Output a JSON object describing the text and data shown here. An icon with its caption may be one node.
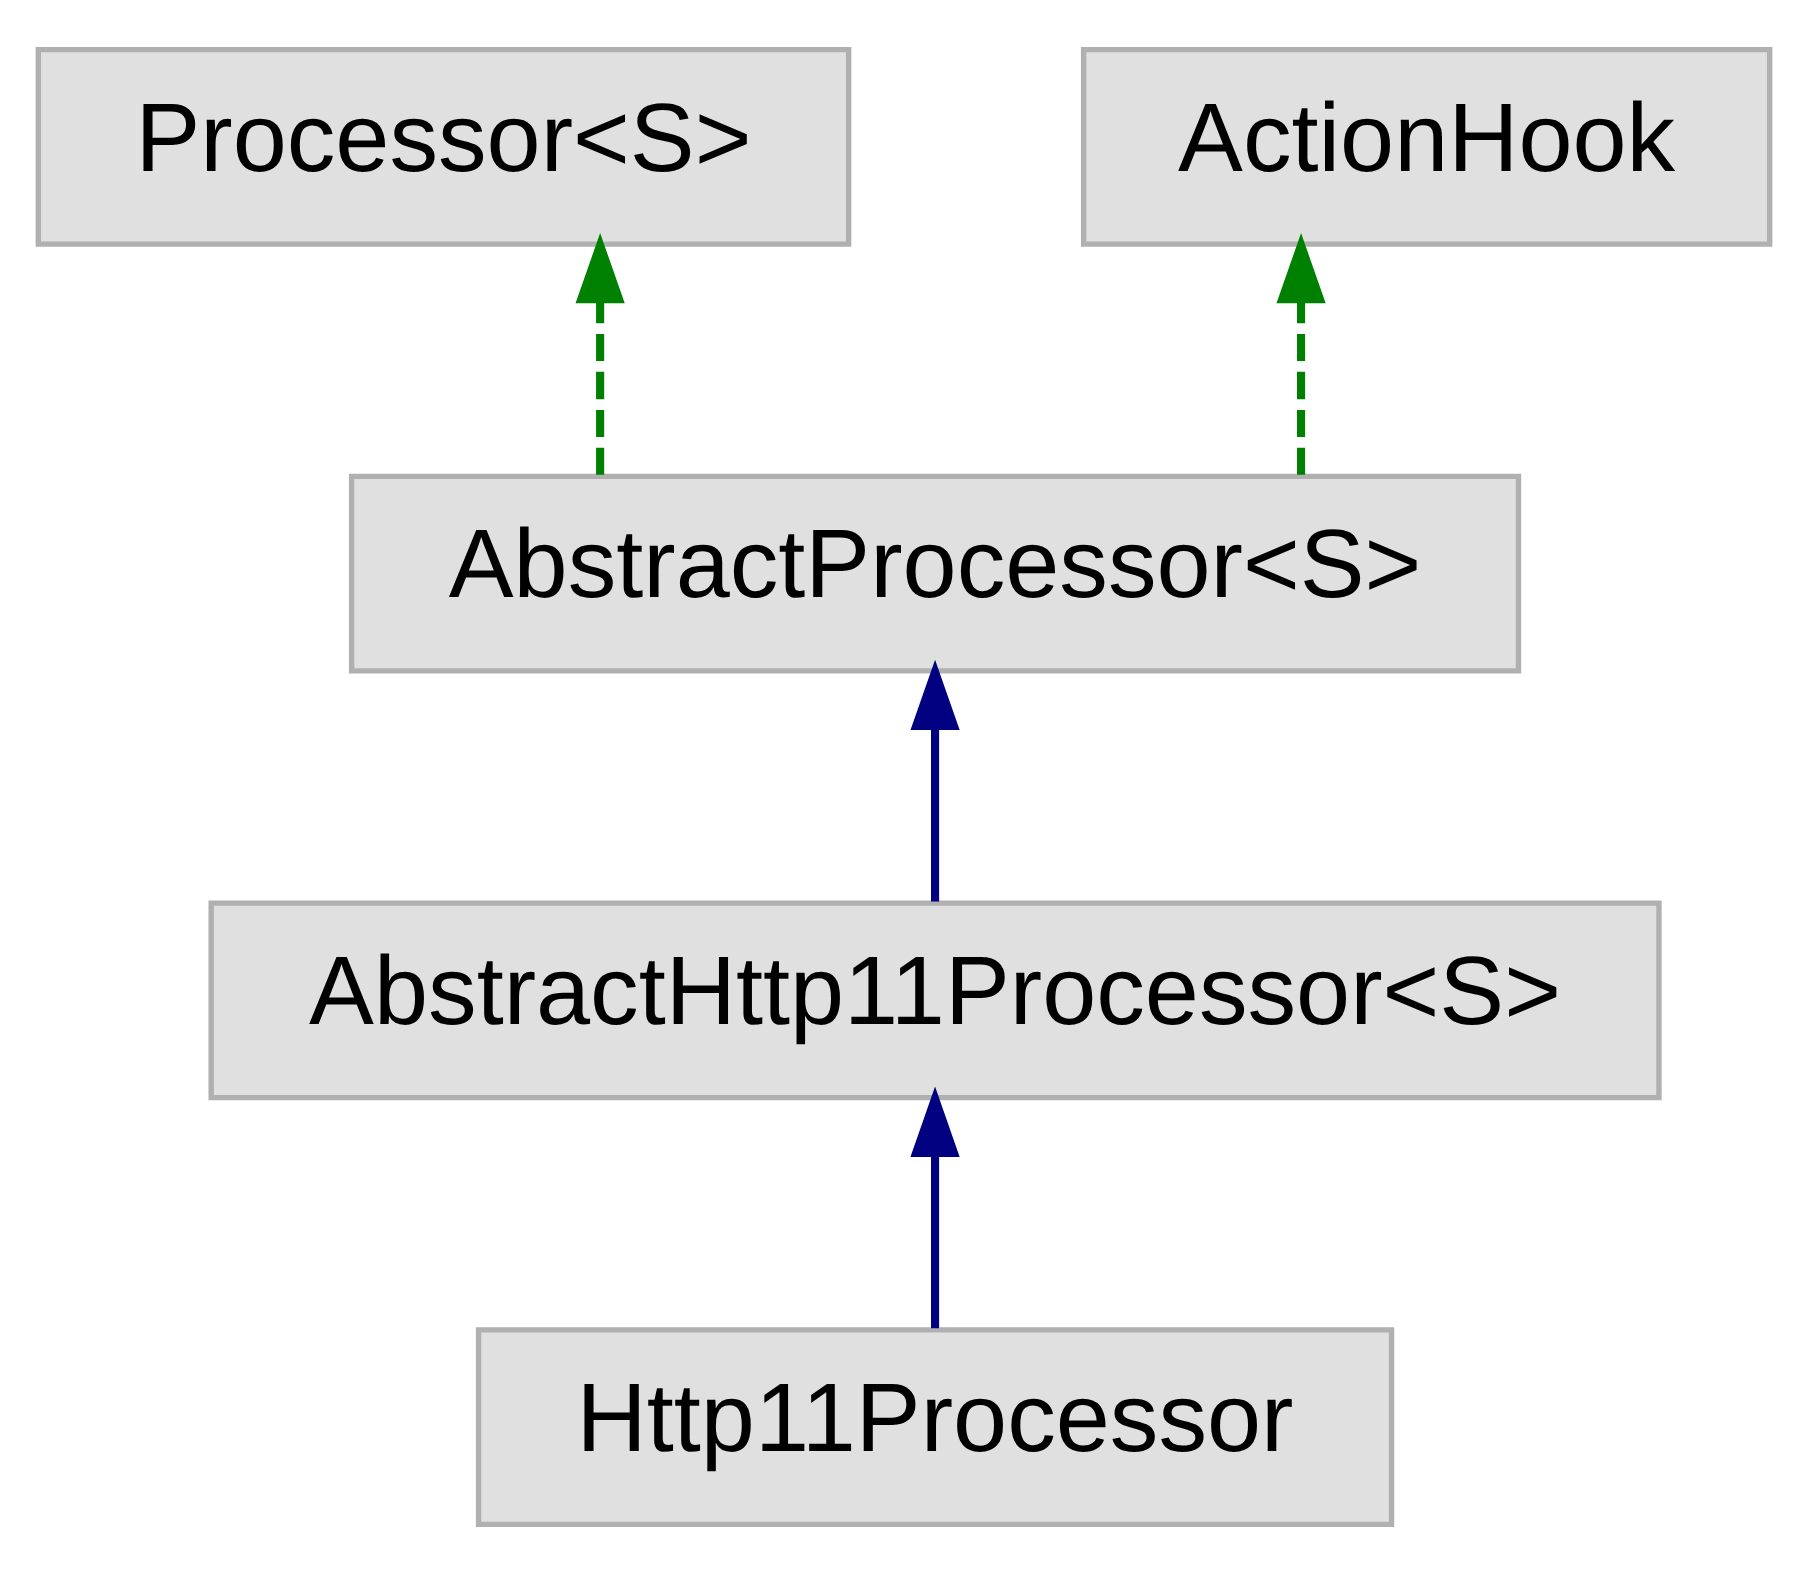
{
  "diagram": {
    "nodes": [
      {
        "text": [
          "Processor<S>"
        ]
      },
      {
        "text": [
          "ActionHook"
        ]
      },
      {
        "text": [
          "AbstractProcessor<S>"
        ]
      },
      {
        "text": [
          "AbstractHttp11Processor<S>"
        ]
      },
      {
        "text": [
          "Http11Processor"
        ]
      }
    ],
    "edges": [
      {
        "from": 2,
        "to": 0,
        "arrow": "to",
        "style": "dashed",
        "color": "#008000"
      },
      {
        "from": 2,
        "to": 1,
        "arrow": "to",
        "style": "dashed",
        "color": "#008000"
      },
      {
        "from": 3,
        "to": 2,
        "arrow": "to",
        "color": "#000080"
      },
      {
        "from": 4,
        "to": 3,
        "arrow": "to",
        "color": "#000080"
      }
    ]
  }
}
